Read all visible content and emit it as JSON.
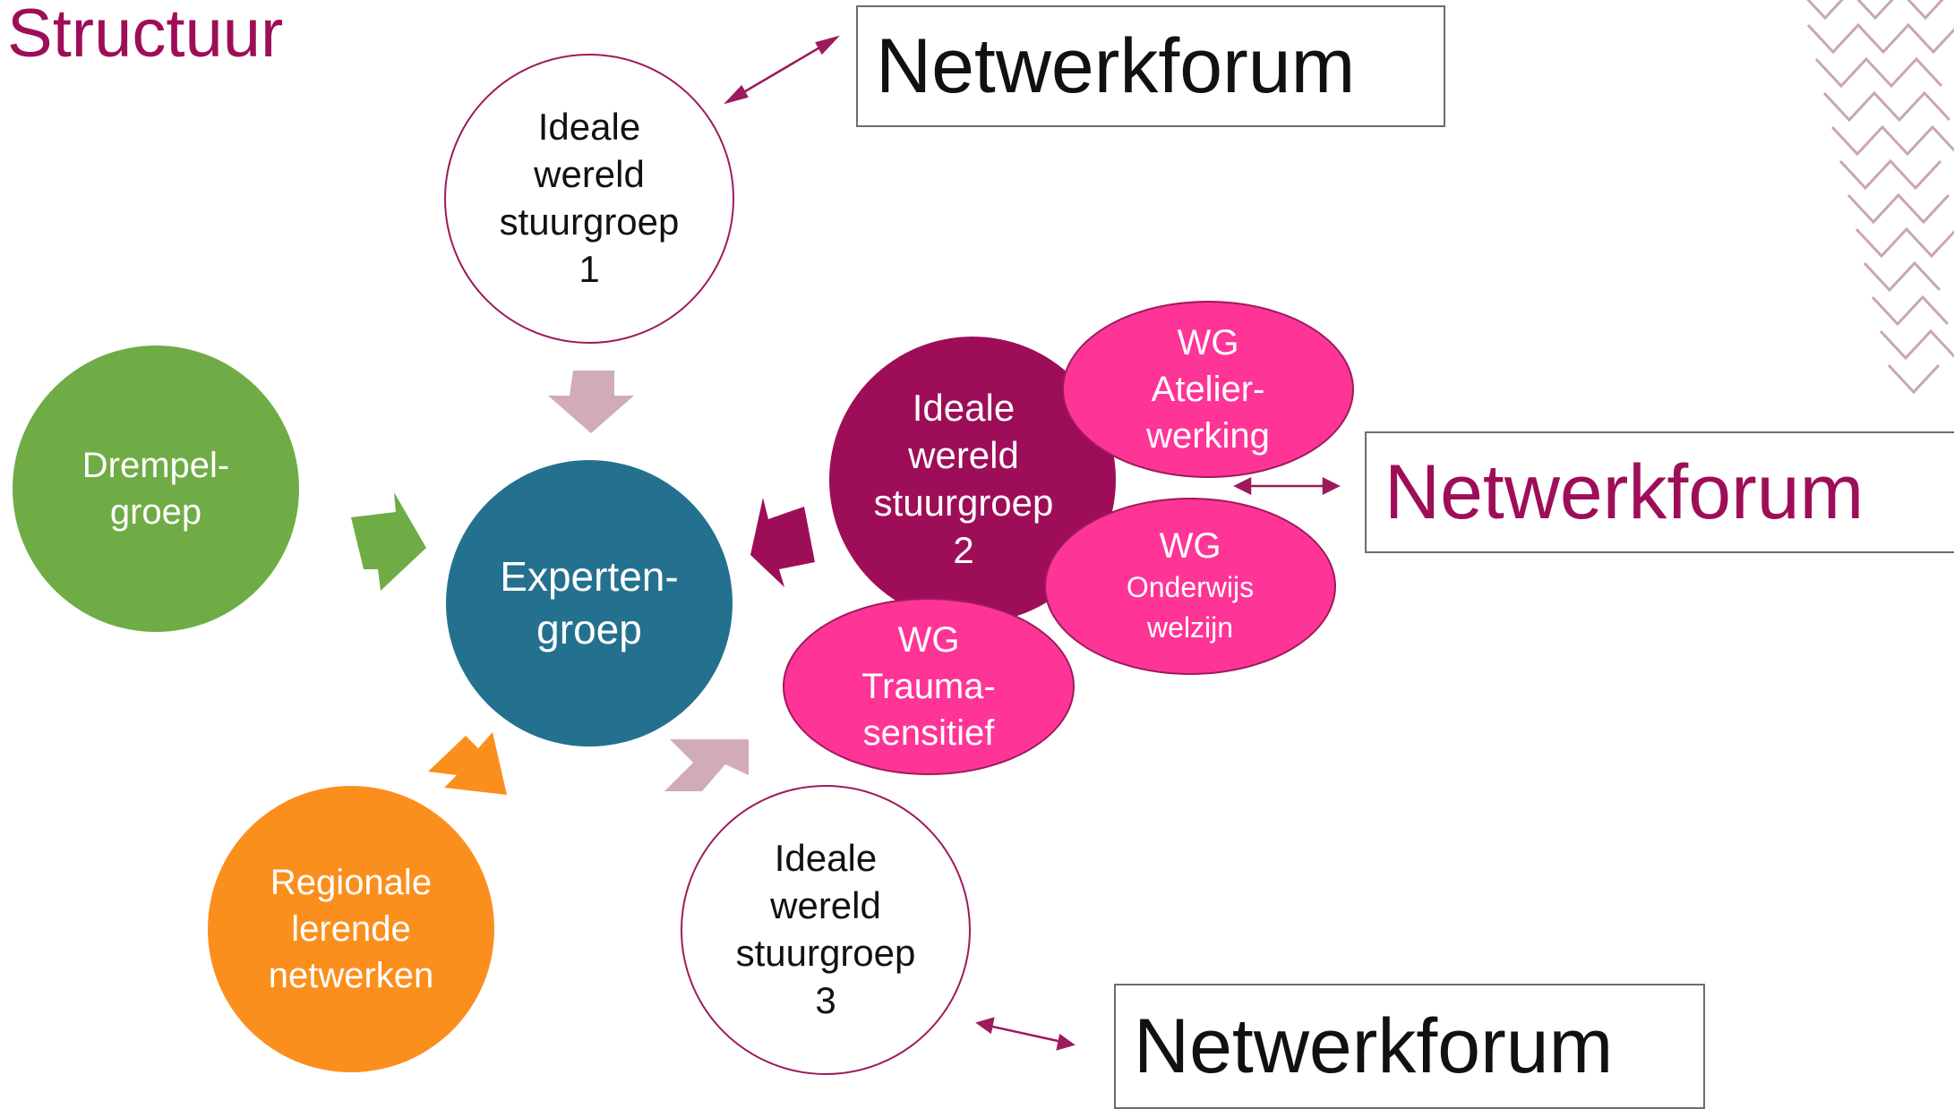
{
  "title": "Structuur",
  "colors": {
    "accent": "#9e0e58",
    "drempel": "#6fac46",
    "experten": "#24718f",
    "regionale": "#fb8f1e",
    "stuurgroep2": "#9e0e58",
    "wg": "#fe3497",
    "arrow_pink": "#d1abb6"
  },
  "nodes": {
    "stuurgroep1": "Ideale\nwereld\nstuurgroep\n1",
    "stuurgroep2": "Ideale\nwereld\nstuurgroep\n2",
    "stuurgroep3": "Ideale\nwereld\nstuurgroep\n3",
    "drempelgroep": "Drempel-\ngroep",
    "expertengroep": "Experten-\ngroep",
    "regionale": "Regionale\nlerende\nnetwerken",
    "wg_atelier": "WG\nAtelier-\nwerking",
    "wg_onderwijs_title": "WG",
    "wg_onderwijs_sub": "Onderwijs\nwelzijn",
    "wg_trauma": "WG\nTrauma-\nsensitief"
  },
  "netwerkforum": {
    "top": "Netwerkforum",
    "middle": "Netwerkforum",
    "bottom": "Netwerkforum"
  }
}
